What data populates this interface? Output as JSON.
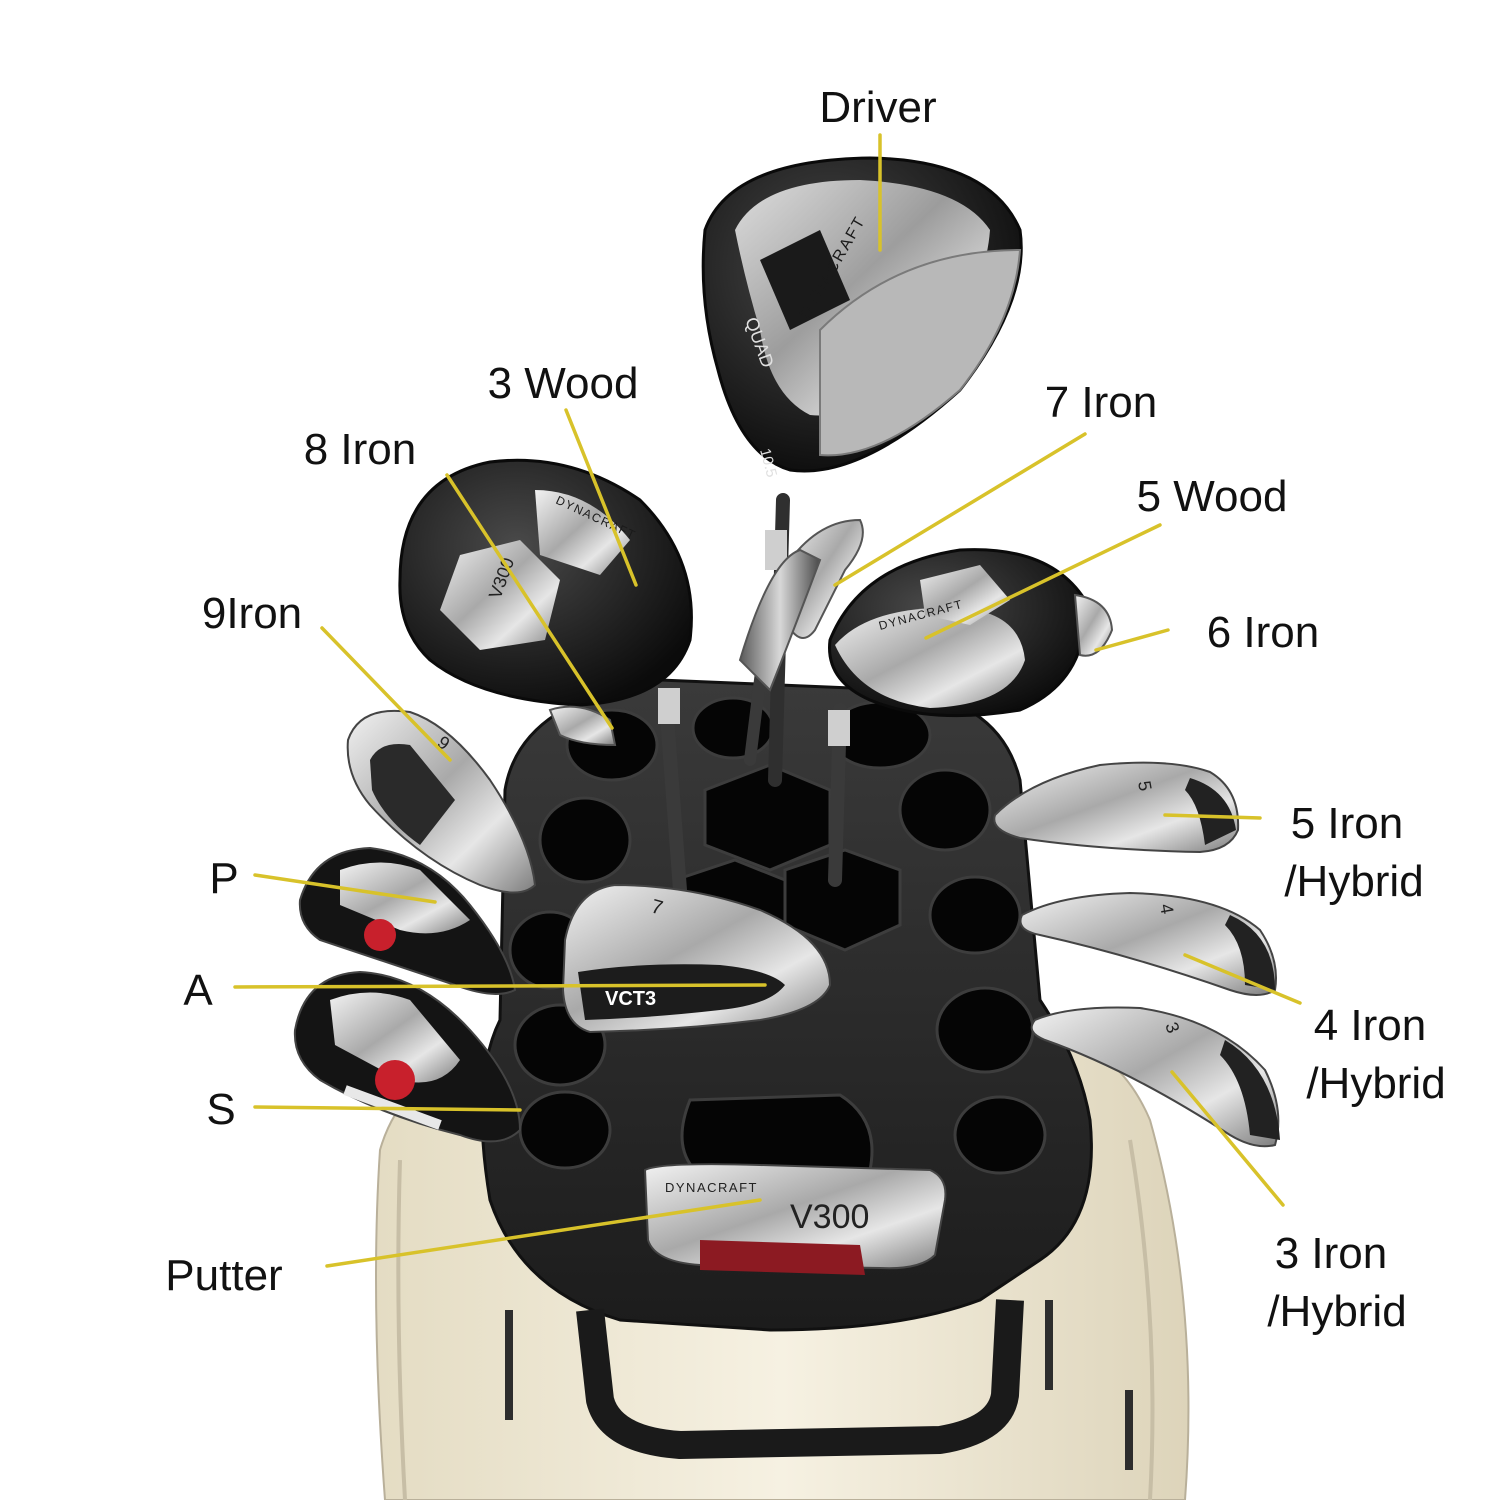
{
  "colors": {
    "background": "#ffffff",
    "leader": "#d8c22a",
    "label": "#111111",
    "bag_body": "#efe8d3",
    "bag_top": "#2b2b2b",
    "club_black": "#111111",
    "club_chrome": "#c9c9c9",
    "accent_red": "#c8202c"
  },
  "labels": {
    "driver": "Driver",
    "wood3": "3 Wood",
    "iron7": "7 Iron",
    "iron8": "8 Iron",
    "wood5": "5 Wood",
    "iron9": "9Iron",
    "iron6": "6 Iron",
    "iron5_l1": "5 Iron",
    "iron5_l2": "/Hybrid",
    "p": "P",
    "a": "A",
    "iron4_l1": "4 Iron",
    "iron4_l2": "/Hybrid",
    "s": "S",
    "putter": "Putter",
    "iron3_l1": "3 Iron",
    "iron3_l2": "/Hybrid"
  },
  "club_markings": {
    "driver_brand": "DYNACRAFT",
    "driver_model": "QUAD",
    "driver_loft": "10.5",
    "wood3_brand": "DYNACRAFT",
    "wood3_model": "V300",
    "wood5_brand": "DYNACRAFT",
    "iron_a_number": "7",
    "iron_a_badge": "VCT3",
    "iron5_number": "5",
    "iron4_number": "4",
    "iron3_number": "3",
    "iron9_number": "9",
    "putter_brand": "DYNACRAFT",
    "putter_model": "V300"
  }
}
